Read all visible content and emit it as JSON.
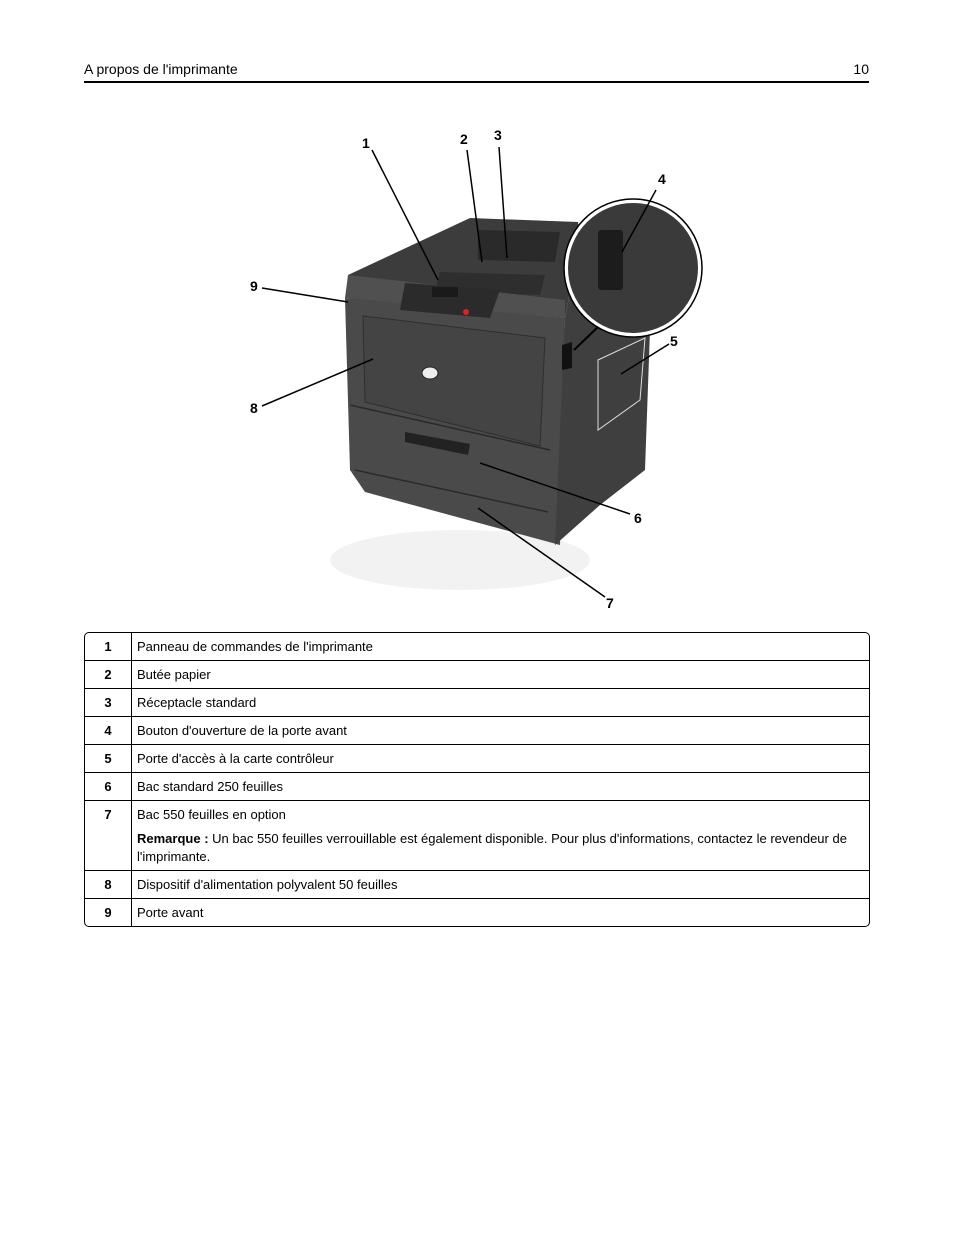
{
  "header": {
    "title": "A propos de l'imprimante",
    "page_number": "10"
  },
  "figure": {
    "callouts": [
      "1",
      "2",
      "3",
      "4",
      "5",
      "6",
      "7",
      "8",
      "9"
    ]
  },
  "table": {
    "rows": [
      {
        "num": "1",
        "label": "Panneau de commandes de l'imprimante"
      },
      {
        "num": "2",
        "label": "Butée papier"
      },
      {
        "num": "3",
        "label": "Réceptacle standard"
      },
      {
        "num": "4",
        "label": "Bouton d'ouverture de la porte avant"
      },
      {
        "num": "5",
        "label": "Porte d'accès à la carte contrôleur"
      },
      {
        "num": "6",
        "label": "Bac standard 250 feuilles"
      },
      {
        "num": "7",
        "label": "Bac 550 feuilles en option",
        "note_label": "Remarque :",
        "note_text": " Un bac 550 feuilles verrouillable est également disponible. Pour plus d'informations, contactez le revendeur de l'imprimante."
      },
      {
        "num": "8",
        "label": "Dispositif d'alimentation polyvalent 50 feuilles"
      },
      {
        "num": "9",
        "label": "Porte avant"
      }
    ]
  }
}
